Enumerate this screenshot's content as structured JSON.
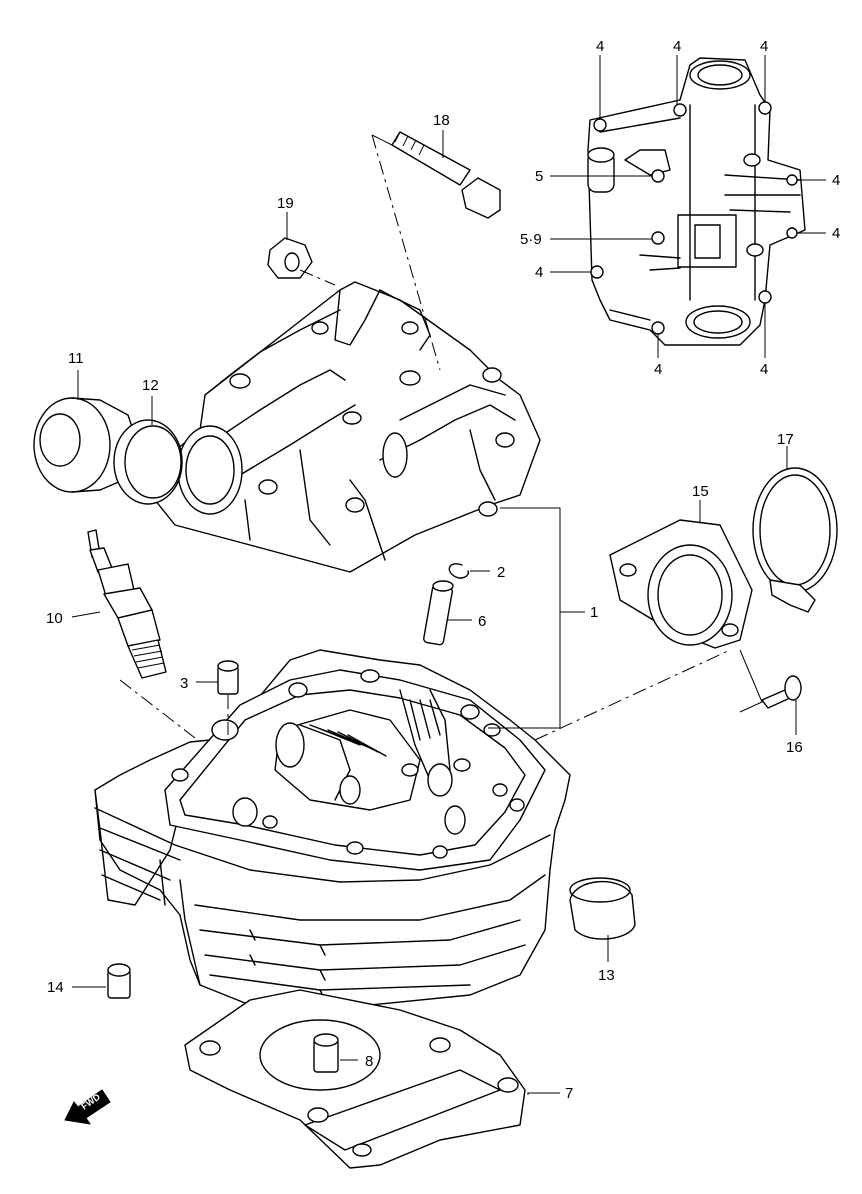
{
  "diagram": {
    "callouts": {
      "c1": "1",
      "c2": "2",
      "c3": "3",
      "c4a": "4",
      "c4b": "4",
      "c4c": "4",
      "c4d": "4",
      "c4e": "4",
      "c4f": "4",
      "c4g": "4",
      "c4h": "4",
      "c5": "5",
      "c59": "5·9",
      "c6": "6",
      "c7": "7",
      "c8": "8",
      "c10": "10",
      "c11": "11",
      "c12": "12",
      "c13": "13",
      "c14": "14",
      "c15": "15",
      "c16": "16",
      "c17": "17",
      "c18": "18",
      "c19": "19"
    },
    "fwd_label": "FWD"
  }
}
